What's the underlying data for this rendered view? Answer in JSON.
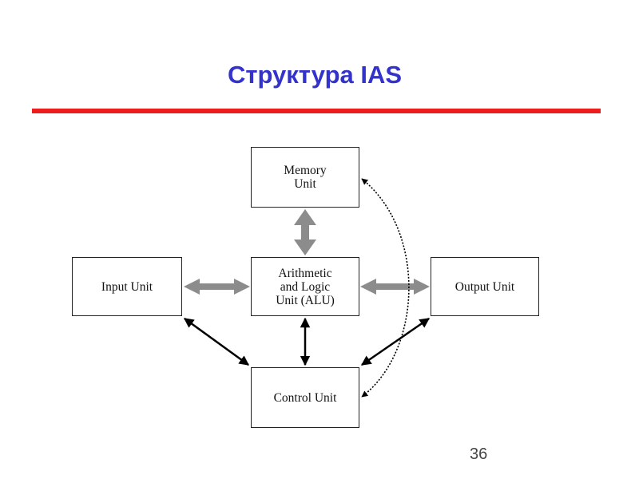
{
  "slide": {
    "title": "Структура IAS",
    "page_number": "36",
    "title_color": "#3333cc",
    "rule_color": "#ee1c1c"
  },
  "diagram": {
    "nodes": {
      "memory": "Memory\nUnit",
      "alu": "Arithmetic\nand Logic\nUnit (ALU)",
      "input": "Input Unit",
      "output": "Output Unit",
      "control": "Control Unit"
    },
    "connections": [
      {
        "from": "memory",
        "to": "alu",
        "style": "thick-gray-double-arrow"
      },
      {
        "from": "input",
        "to": "alu",
        "style": "thick-gray-double-arrow"
      },
      {
        "from": "alu",
        "to": "output",
        "style": "thick-gray-double-arrow"
      },
      {
        "from": "alu",
        "to": "control",
        "style": "black-double-arrow"
      },
      {
        "from": "input",
        "to": "control",
        "style": "black-double-arrow"
      },
      {
        "from": "output",
        "to": "control",
        "style": "black-double-arrow"
      },
      {
        "from": "memory",
        "to": "control",
        "style": "dotted-curved-double-arrow"
      }
    ],
    "colors": {
      "gray_arrow": "#8c8c8c",
      "black_arrow": "#000000"
    }
  }
}
